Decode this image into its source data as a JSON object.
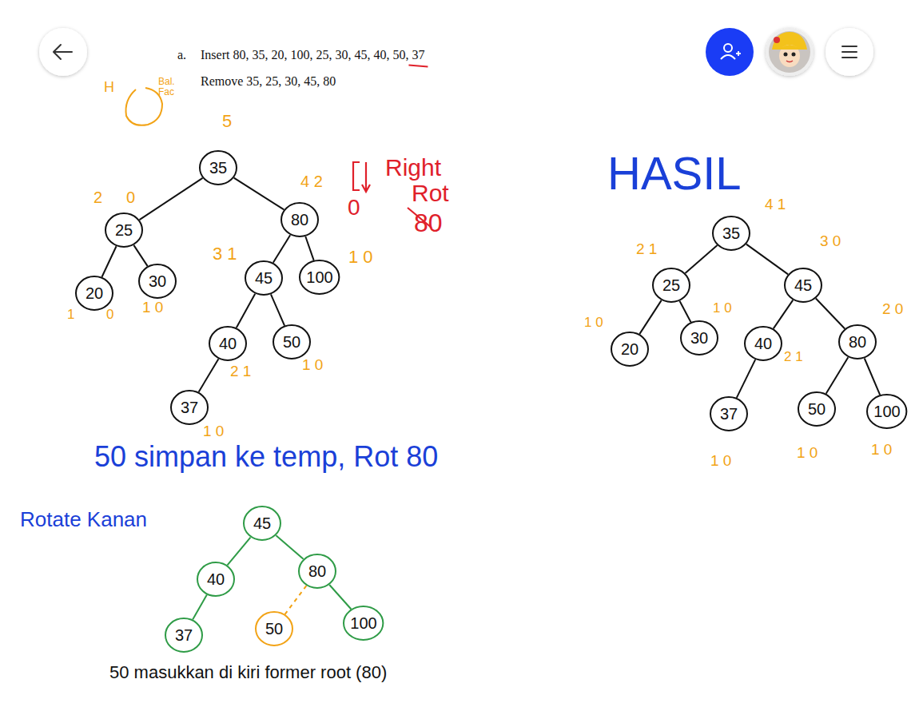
{
  "diagram": {
    "nodes": [
      {
        "text": [
          "35"
        ]
      },
      {
        "text": [
          "25"
        ]
      },
      {
        "text": [
          "80"
        ]
      },
      {
        "text": [
          "20"
        ]
      },
      {
        "text": [
          "30"
        ]
      },
      {
        "text": [
          "45"
        ]
      },
      {
        "text": [
          "100"
        ]
      },
      {
        "text": [
          "40"
        ]
      },
      {
        "text": [
          "50"
        ]
      },
      {
        "text": [
          "37"
        ]
      },
      {
        "text": [
          "35"
        ]
      },
      {
        "text": [
          "25"
        ]
      },
      {
        "text": [
          "45"
        ]
      },
      {
        "text": [
          "20"
        ]
      },
      {
        "text": [
          "30"
        ]
      },
      {
        "text": [
          "40"
        ]
      },
      {
        "text": [
          "80"
        ]
      },
      {
        "text": [
          "37"
        ]
      },
      {
        "text": [
          "50"
        ]
      },
      {
        "text": [
          "100"
        ]
      },
      {
        "text": [
          "45"
        ]
      },
      {
        "text": [
          "40"
        ]
      },
      {
        "text": [
          "80"
        ]
      },
      {
        "text": [
          "37"
        ]
      },
      {
        "text": [
          "50"
        ]
      },
      {
        "text": [
          "100"
        ]
      }
    ],
    "edges": [
      {
        "from": 0,
        "to": 1,
        "arrow": "none"
      },
      {
        "from": 0,
        "to": 2,
        "arrow": "none"
      },
      {
        "from": 1,
        "to": 3,
        "arrow": "none"
      },
      {
        "from": 1,
        "to": 4,
        "arrow": "none"
      },
      {
        "from": 2,
        "to": 5,
        "arrow": "none"
      },
      {
        "from": 2,
        "to": 6,
        "arrow": "none"
      },
      {
        "from": 5,
        "to": 7,
        "arrow": "none"
      },
      {
        "from": 5,
        "to": 8,
        "arrow": "none"
      },
      {
        "from": 7,
        "to": 9,
        "arrow": "none"
      },
      {
        "from": 10,
        "to": 11,
        "arrow": "none"
      },
      {
        "from": 10,
        "to": 12,
        "arrow": "none"
      },
      {
        "from": 11,
        "to": 13,
        "arrow": "none"
      },
      {
        "from": 11,
        "to": 14,
        "arrow": "none"
      },
      {
        "from": 12,
        "to": 15,
        "arrow": "none"
      },
      {
        "from": 12,
        "to": 16,
        "arrow": "none"
      },
      {
        "from": 15,
        "to": 17,
        "arrow": "none"
      },
      {
        "from": 16,
        "to": 18,
        "arrow": "none"
      },
      {
        "from": 16,
        "to": 19,
        "arrow": "none"
      },
      {
        "from": 20,
        "to": 21,
        "arrow": "none"
      },
      {
        "from": 20,
        "to": 22,
        "arrow": "none"
      },
      {
        "from": 21,
        "to": 23,
        "arrow": "none"
      },
      {
        "from": 22,
        "to": 24,
        "arrow": "none"
      },
      {
        "from": 22,
        "to": 25,
        "arrow": "none"
      }
    ],
    "labels": [
      "a.",
      "Insert 80, 35, 20, 100, 25, 30, 45, 40, 50, 37",
      "Remove 35, 25, 30, 45, 80",
      "H",
      "Bal. Fac",
      "5",
      "2",
      "0",
      "4 2",
      "1",
      "0",
      "1 0",
      "3 1",
      "1 0",
      "2 1",
      "1 0",
      "1 0",
      "Right",
      "Rot",
      "80",
      "0",
      "HASIL",
      "4 1",
      "2 1",
      "3 0",
      "1 0",
      "1 0",
      "2 0",
      "2 1",
      "1 0",
      "1 0",
      "1 0",
      "50 simpan ke temp, Rot 80",
      "Rotate Kanan",
      "50 masukkan di kiri former root (80)"
    ]
  }
}
